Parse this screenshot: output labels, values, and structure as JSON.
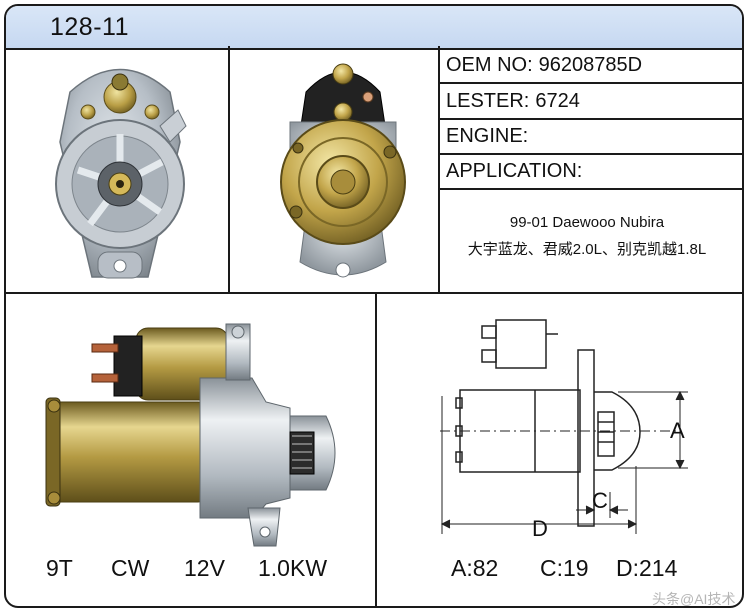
{
  "header": {
    "title": "128-11"
  },
  "specs": {
    "oem": {
      "label": "OEM NO:",
      "value": "96208785D"
    },
    "lester": {
      "label": "LESTER:",
      "value": "6724"
    },
    "engine": {
      "label": "ENGINE:",
      "value": ""
    },
    "application": {
      "label": "APPLICATION:",
      "value": ""
    }
  },
  "application_lines": [
    "99-01 Daewooo Nubira",
    "大宇蓝龙、君威2.0L、别克凯越1.8L"
  ],
  "ratings": {
    "teeth": "9T",
    "rotation": "CW",
    "voltage": "12V",
    "power": "1.0KW"
  },
  "dimensions": {
    "labels": {
      "a": "A",
      "c": "C",
      "d": "D"
    },
    "a_text": "A:82",
    "c_text": "C:19",
    "d_text": "D:214"
  },
  "colors": {
    "header_bg": "#c9daf1",
    "border": "#1a1a1a",
    "gold": "#b8a24a",
    "aluminum": "#b4bcc4"
  },
  "watermark": "头条@AI技术"
}
